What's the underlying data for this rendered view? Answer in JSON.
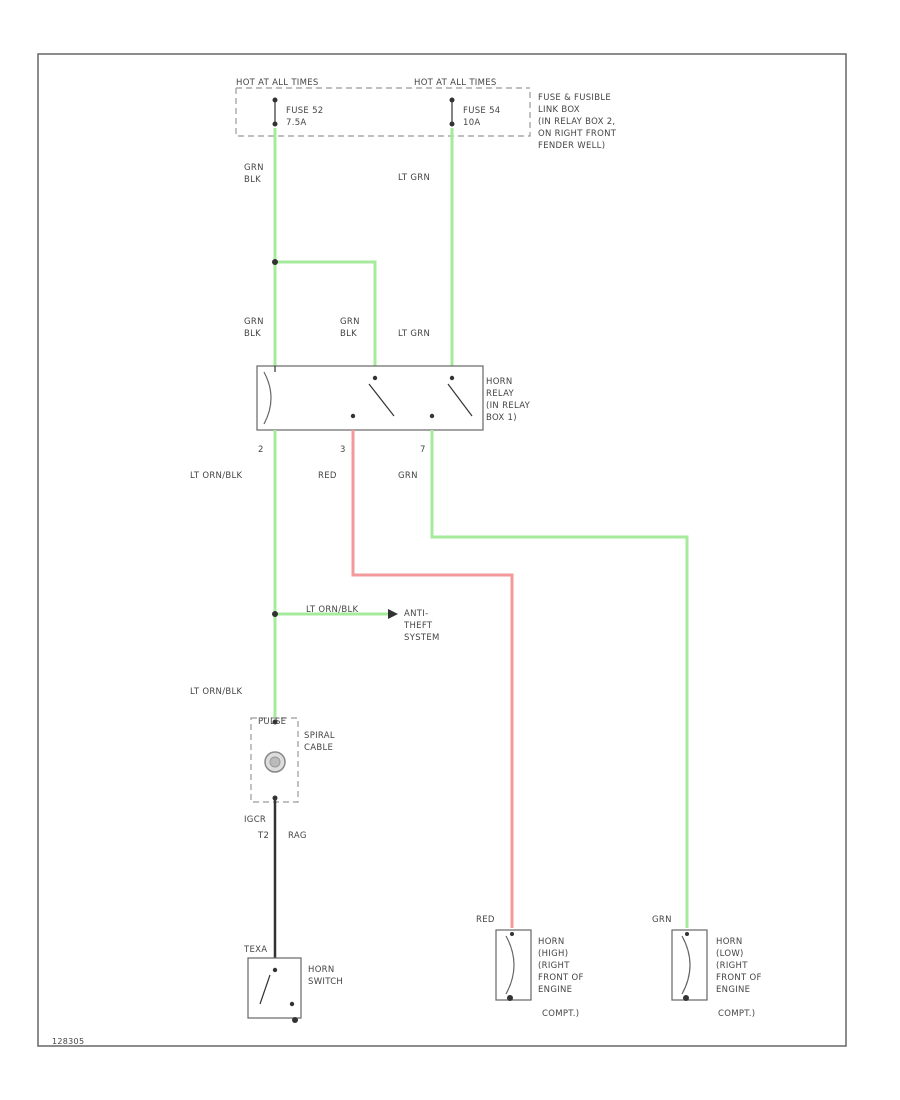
{
  "colors": {
    "green": "#a6ea9c",
    "red": "#f29a9a",
    "black": "#333333",
    "frame": "#666666",
    "dash": "#999999"
  },
  "header": {
    "left": "HOT AT ALL TIMES",
    "right": "HOT AT ALL TIMES"
  },
  "fuses": {
    "left": [
      "FUSE 52",
      "7.5A"
    ],
    "right": [
      "FUSE 54",
      "10A"
    ],
    "box_label": [
      "FUSE & FUSIBLE",
      "LINK BOX",
      "(IN RELAY BOX 2,",
      "ON RIGHT FRONT",
      "FENDER WELL)"
    ]
  },
  "wire_labels": {
    "top_left": [
      "GRN",
      "BLK"
    ],
    "top_right": "LT GRN",
    "relay_in_left": [
      "GRN",
      "BLK"
    ],
    "relay_in_mid": [
      "GRN",
      "BLK"
    ],
    "relay_in_right": "LT GRN",
    "lt_orn_blk_1": "LT ORN/BLK",
    "red": "RED",
    "grn": "GRN",
    "branch": "LT ORN/BLK",
    "lt_orn_blk_2": "LT ORN/BLK",
    "red_bottom": "RED",
    "grn_bottom": "GRN"
  },
  "relay": {
    "label": [
      "HORN",
      "RELAY",
      "(IN RELAY",
      "BOX 1)"
    ],
    "pins": [
      "2",
      "3",
      "7"
    ]
  },
  "anti_theft": [
    "ANTI-",
    "THEFT",
    "SYSTEM"
  ],
  "spiral": {
    "tag": "PULSE",
    "label": [
      "SPIRAL",
      "CABLE"
    ],
    "pins": [
      "IGCR",
      "T2",
      "RAG"
    ]
  },
  "horn_switch": {
    "wire": "TEXA",
    "label": [
      "HORN",
      "SWITCH"
    ]
  },
  "horn_high": [
    "HORN",
    "(HIGH)",
    "(RIGHT",
    "FRONT OF",
    "ENGINE",
    "COMPT.)"
  ],
  "horn_low": [
    "HORN",
    "(LOW)",
    "(RIGHT",
    "FRONT OF",
    "ENGINE",
    "COMPT.)"
  ],
  "footer_code": "128305"
}
